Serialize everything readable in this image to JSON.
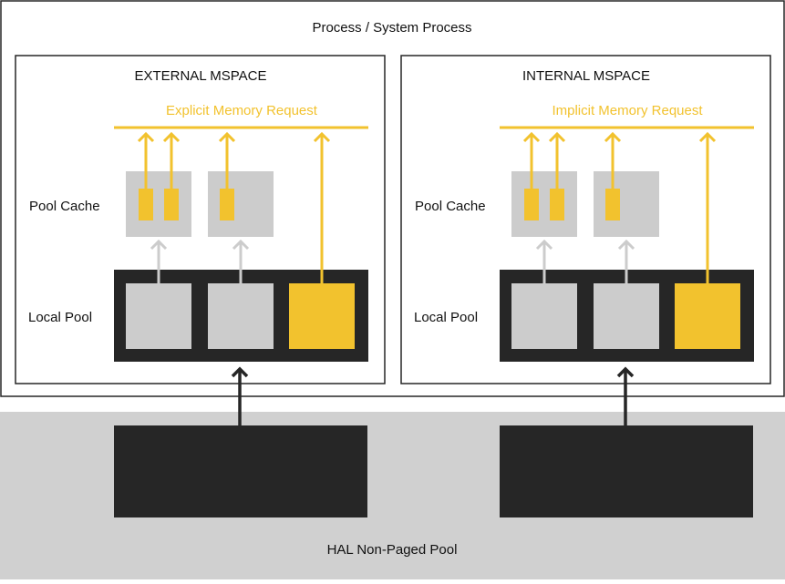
{
  "process_title": "Process / System Process",
  "hal_title": "HAL Non-Paged Pool",
  "colors": {
    "accent": "#F2C22E",
    "dark": "#262626",
    "cache_gray": "#CCCCCC",
    "band_gray": "#D0D0D0"
  },
  "panels": [
    {
      "title": "EXTERNAL MSPACE",
      "request_label": "Explicit Memory Request",
      "pool_cache_label": "Pool Cache",
      "local_pool_label": "Local Pool"
    },
    {
      "title": "INTERNAL MSPACE",
      "request_label": "Implicit Memory Request",
      "pool_cache_label": "Pool Cache",
      "local_pool_label": "Local Pool"
    }
  ]
}
